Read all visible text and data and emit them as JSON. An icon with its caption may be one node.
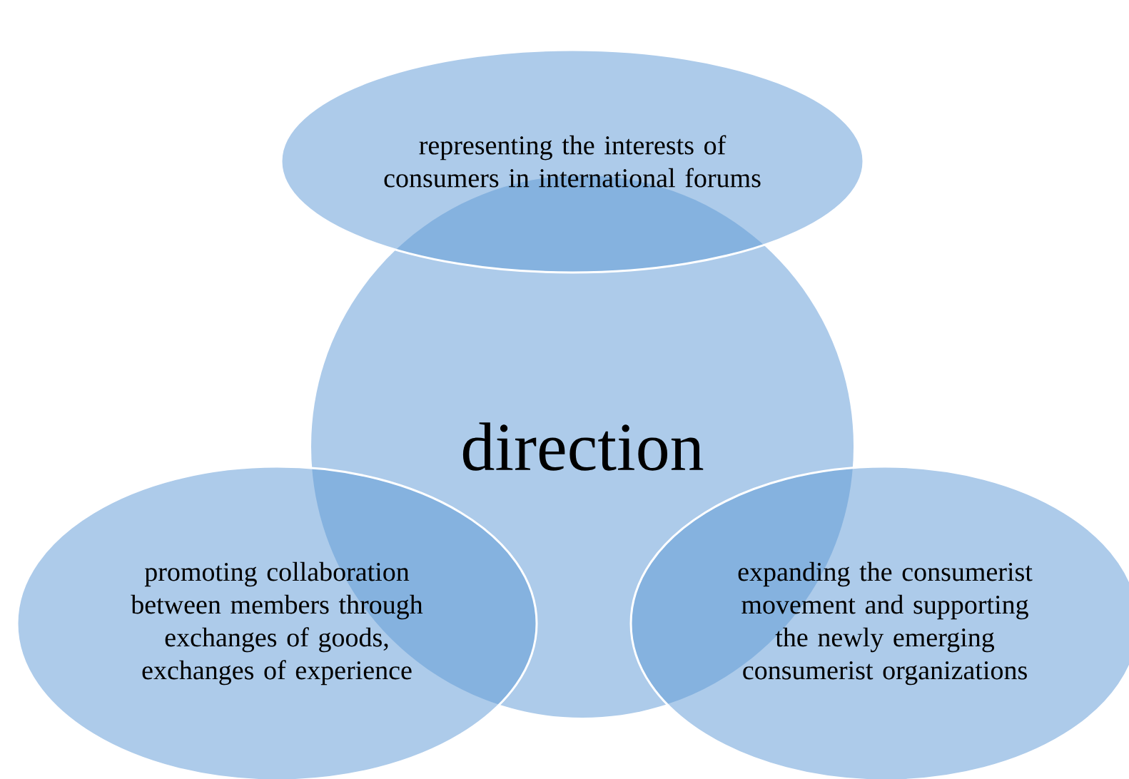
{
  "diagram": {
    "nodes": [
      {
        "text": [
          "representing the interests of consumers in international forums"
        ]
      },
      {
        "text": [
          "direction"
        ]
      },
      {
        "text": [
          "promoting collaboration between members through exchanges of goods, exchanges of experience"
        ]
      },
      {
        "text": [
          "expanding the consumerist movement and supporting the newly emerging consumerist organizations"
        ]
      }
    ]
  }
}
